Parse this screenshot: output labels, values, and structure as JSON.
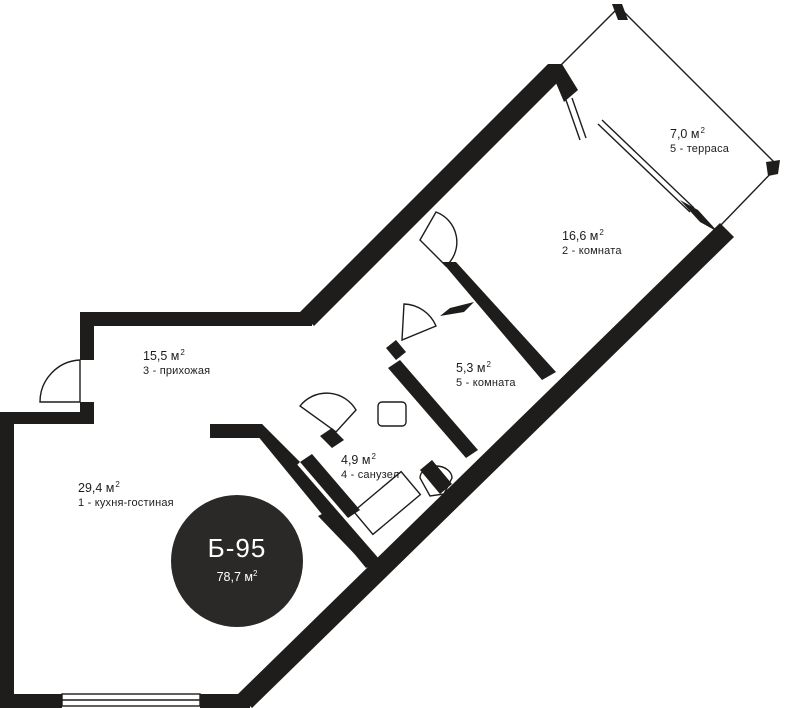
{
  "apartment": {
    "code": "Б-95",
    "total_area": "78,7 м",
    "unit_sup": "2"
  },
  "rooms": [
    {
      "area": "29,4 м",
      "sup": "2",
      "name": "1 - кухня-гостиная"
    },
    {
      "area": "16,6 м",
      "sup": "2",
      "name": "2 - комната"
    },
    {
      "area": "15,5 м",
      "sup": "2",
      "name": "3 - прихожая"
    },
    {
      "area": "4,9 м",
      "sup": "2",
      "name": "4 - санузел"
    },
    {
      "area": "5,3 м",
      "sup": "2",
      "name": "5 - комната"
    },
    {
      "area": "7,0 м",
      "sup": "2",
      "name": "5 - терраса"
    }
  ]
}
